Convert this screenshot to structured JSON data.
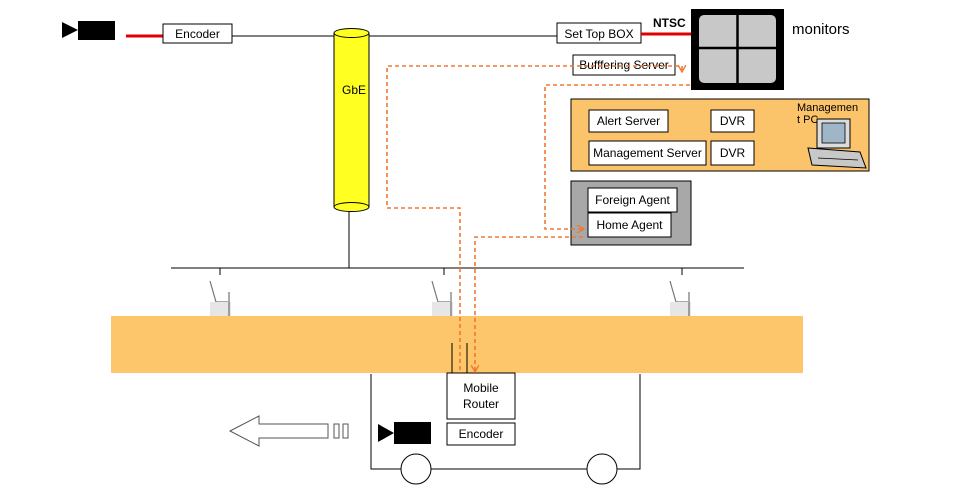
{
  "colors": {
    "orange_band": "#fec66a",
    "mgmt_panel": "#fbc46a",
    "agent_panel": "#a8a8a8",
    "gbe_cylinder": "#ffff22",
    "red_link": "#e00000",
    "dashed_path": "#f07830"
  },
  "icons": [
    "camera-icon",
    "monitor-icon",
    "pc-icon",
    "arrow-left-icon",
    "wheel-icon"
  ],
  "labels": {
    "encoder_top": "Encoder",
    "set_top_box": "Set Top BOX",
    "ntsc": "NTSC",
    "monitors": "monitors",
    "buffering_server": "Bufffering Server",
    "gbe": "GbE",
    "management_pc_1": "Managemen",
    "management_pc_2": "t PC",
    "alert_server": "Alert Server",
    "dvr_1": "DVR",
    "management_server": "Management Server",
    "dvr_2": "DVR",
    "foreign_agent": "Foreign Agent",
    "home_agent": "Home Agent",
    "mobile_router_1": "Mobile",
    "mobile_router_2": "Router",
    "encoder_vehicle": "Encoder"
  }
}
